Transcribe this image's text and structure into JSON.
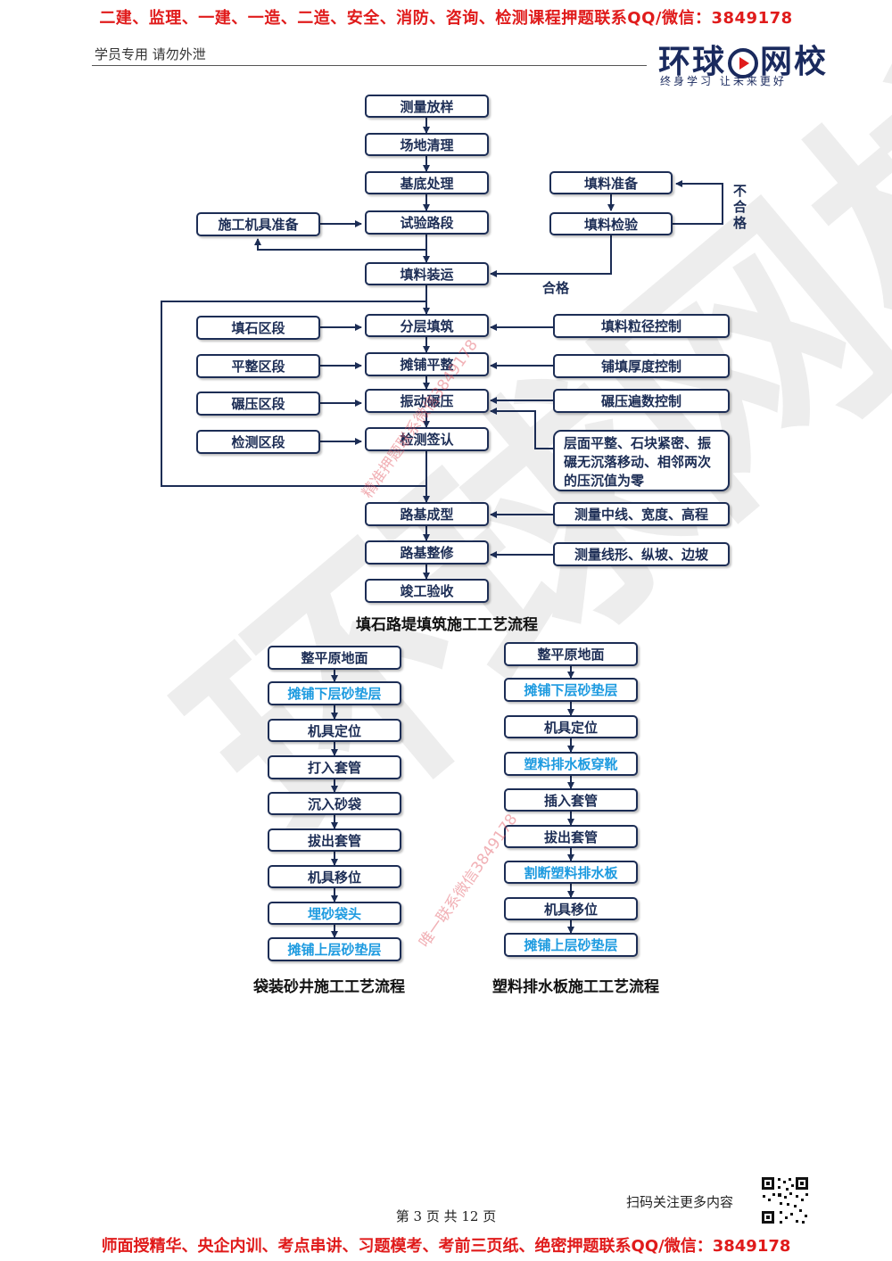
{
  "header": {
    "top_banner": "二建、监理、一建、一造、二造、安全、消防、咨询、检测课程押题联系QQ/微信：3849178",
    "note": "学员专用 请勿外泄",
    "logo_text_left": "环球",
    "logo_text_right": "网校",
    "logo_slogan": "终身学习 让未来更好"
  },
  "flow1": {
    "main": [
      "测量放样",
      "场地清理",
      "基底处理",
      "试验路段",
      "填料装运",
      "分层填筑",
      "摊铺平整",
      "振动碾压",
      "检测签认",
      "路基成型",
      "路基整修",
      "竣工验收"
    ],
    "left": [
      "施工机具准备",
      "填石区段",
      "平整区段",
      "碾压区段",
      "检测区段"
    ],
    "right": [
      "填料准备",
      "填料检验",
      "填料粒径控制",
      "铺填厚度控制",
      "碾压遍数控制",
      "层面平整、石块紧密、振碾无沉落移动、相邻两次的压沉值为零",
      "测量中线、宽度、高程",
      "测量线形、纵坡、边坡"
    ],
    "label_fail": "不合格",
    "label_pass": "合格",
    "caption": "填石路堤填筑施工工艺流程"
  },
  "flow2": {
    "steps": [
      "整平原地面",
      "摊铺下层砂垫层",
      "机具定位",
      "打入套管",
      "沉入砂袋",
      "拔出套管",
      "机具移位",
      "埋砂袋头",
      "摊铺上层砂垫层"
    ],
    "caption": "袋装砂井施工工艺流程"
  },
  "flow3": {
    "steps": [
      "整平原地面",
      "摊铺下层砂垫层",
      "机具定位",
      "塑料排水板穿靴",
      "插入套管",
      "拔出套管",
      "割断塑料排水板",
      "机具移位",
      "摊铺上层砂垫层"
    ],
    "caption": "塑料排水板施工工艺流程"
  },
  "watermarks": {
    "big": "环球网校",
    "small1": "精准押题联系微信3849178",
    "small2": "唯一联系微信3849178"
  },
  "footer": {
    "scan": "扫码关注更多内容",
    "page": "第 3 页 共 12 页",
    "bottom_banner": "师面授精华、央企内训、考点串讲、习题模考、考前三页纸、绝密押题联系QQ/微信：3849178"
  },
  "colors": {
    "banner_red": "#e01b1b",
    "box_navy": "#1c2d55",
    "step_blue": "#1e9be0"
  }
}
